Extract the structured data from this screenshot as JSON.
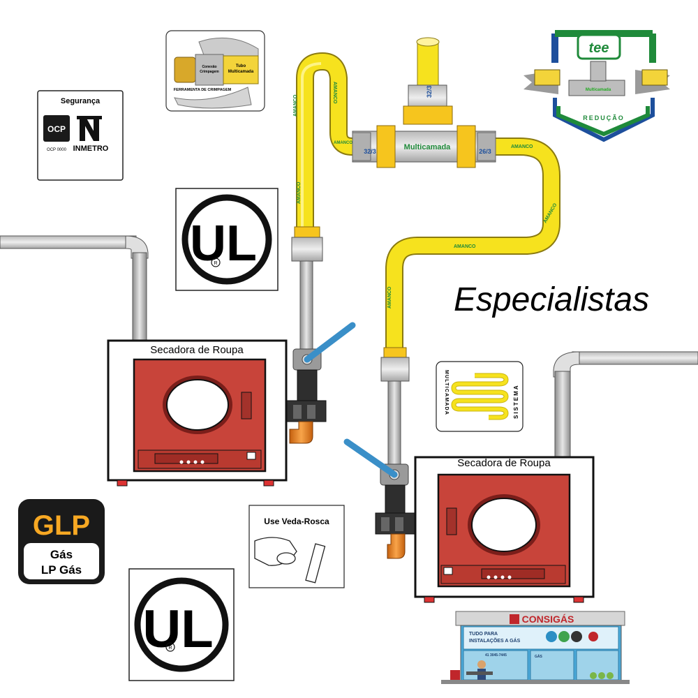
{
  "badges": {
    "seguranca": {
      "title": "Segurança",
      "ocp": "OCP",
      "ocp_code": "OCP 0000",
      "inmetro": "INMETRO"
    },
    "ul_mark": "UL",
    "ul_registered": "R",
    "glp": {
      "big": "GLP",
      "line1": "Gás",
      "line2": "LP Gás"
    },
    "veda_rosca": "Use Veda-Rosca"
  },
  "crimp_box": {
    "tool_label": "FERRAMENTA DE CRIMPAGEM",
    "conexao": "Conexão",
    "crimpagem": "Crimpagem",
    "tubo": "Tubo",
    "multicamada": "Multicamada"
  },
  "tee_box": {
    "title": "tee",
    "caption": "REDUÇÃO",
    "center": "Multicamada"
  },
  "tee_fitting": {
    "label": "Multicamada",
    "left_size": "32/3",
    "right_size": "26/3",
    "top_size": "32/3"
  },
  "pipe_brand": "AMANCO",
  "headline": "Especialistas",
  "sistema": {
    "left": "MULTICAMADA",
    "right": "SISTEMA"
  },
  "dryer_left": {
    "label": "Secadora de Roupa"
  },
  "dryer_right": {
    "label": "Secadora de Roupa"
  },
  "store": {
    "name": "CONSIGÁS",
    "tagline_1": "TUDO PARA",
    "tagline_2": "INSTALAÇÕES A GÁS",
    "phone": "41 3045-7445",
    "gas": "GÁS"
  },
  "colors": {
    "pipe_yellow": "#f6e21e",
    "dryer_red": "#c8443a",
    "valve_blue": "#3a8fc8",
    "glp_orange": "#f7a823",
    "tee_green": "#1f8a3a",
    "tee_blue": "#1d4f9c"
  }
}
